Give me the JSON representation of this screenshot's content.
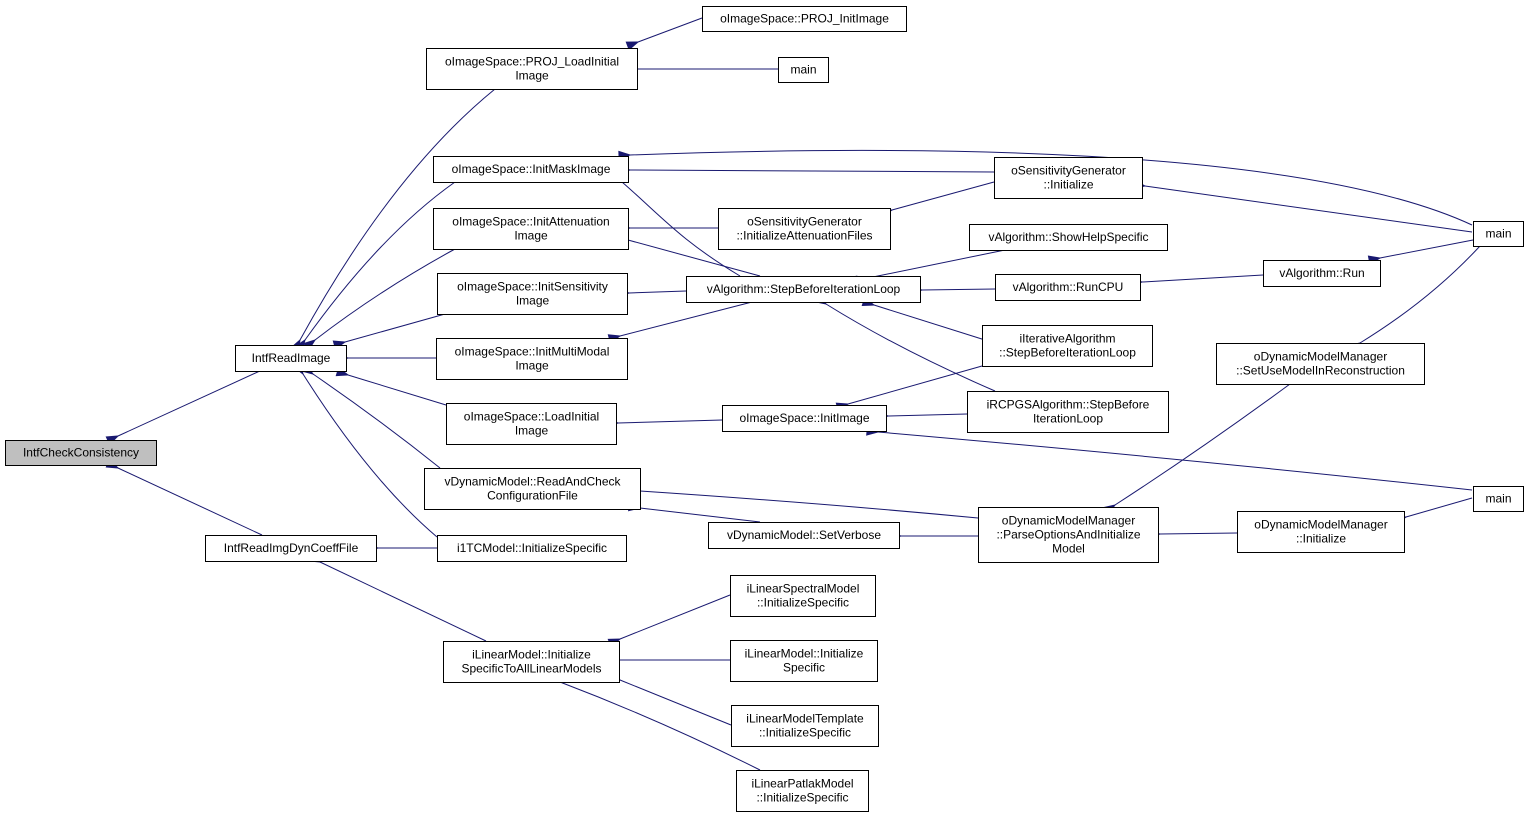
{
  "colors": {
    "edge": "#191970",
    "root_fill": "#bfbfbf",
    "node_fill": "#ffffff",
    "node_border": "#000000"
  },
  "nodes": [
    {
      "id": "n0",
      "name": "intfcheckconsistency",
      "lines": [
        "IntfCheckConsistency"
      ],
      "root": true
    },
    {
      "id": "n1",
      "name": "intfreadimage",
      "lines": [
        "IntfReadImage"
      ]
    },
    {
      "id": "n2",
      "name": "intfreadimgdyncoefffile",
      "lines": [
        "IntfReadImgDynCoeffFile"
      ]
    },
    {
      "id": "n3",
      "name": "proj-loadinitialimage",
      "lines": [
        "oImageSpace::PROJ_LoadInitial",
        "Image"
      ]
    },
    {
      "id": "n4",
      "name": "initmaskimage",
      "lines": [
        "oImageSpace::InitMaskImage"
      ]
    },
    {
      "id": "n5",
      "name": "initattenuationimage",
      "lines": [
        "oImageSpace::InitAttenuation",
        "Image"
      ]
    },
    {
      "id": "n6",
      "name": "initsensitivityimage",
      "lines": [
        "oImageSpace::InitSensitivity",
        "Image"
      ]
    },
    {
      "id": "n7",
      "name": "initmultimodalimage",
      "lines": [
        "oImageSpace::InitMultiModal",
        "Image"
      ]
    },
    {
      "id": "n8",
      "name": "loadinitialimage",
      "lines": [
        "oImageSpace::LoadInitial",
        "Image"
      ]
    },
    {
      "id": "n9",
      "name": "readandcheckconfigurationfile",
      "lines": [
        "vDynamicModel::ReadAndCheck",
        "ConfigurationFile"
      ]
    },
    {
      "id": "n10",
      "name": "i1tcmodel-initializespecific",
      "lines": [
        "i1TCModel::InitializeSpecific"
      ]
    },
    {
      "id": "n11",
      "name": "ilinearmodel-initializespecifictoall",
      "lines": [
        "iLinearModel::Initialize",
        "SpecificToAllLinearModels"
      ]
    },
    {
      "id": "n12",
      "name": "proj-initimage",
      "lines": [
        "oImageSpace::PROJ_InitImage"
      ]
    },
    {
      "id": "n13",
      "name": "main-1",
      "lines": [
        "main"
      ]
    },
    {
      "id": "n14",
      "name": "sensitivitygenerator-initializeattenuationfiles",
      "lines": [
        "oSensitivityGenerator",
        "::InitializeAttenuationFiles"
      ]
    },
    {
      "id": "n15",
      "name": "stepbeforeiterationloop",
      "lines": [
        "vAlgorithm::StepBeforeIterationLoop"
      ]
    },
    {
      "id": "n16",
      "name": "initimage",
      "lines": [
        "oImageSpace::InitImage"
      ]
    },
    {
      "id": "n17",
      "name": "setverbose",
      "lines": [
        "vDynamicModel::SetVerbose"
      ]
    },
    {
      "id": "n18",
      "name": "ilinearspectralmodel-initializespecific",
      "lines": [
        "iLinearSpectralModel",
        "::InitializeSpecific"
      ]
    },
    {
      "id": "n19",
      "name": "ilinearmodel-initializespecific",
      "lines": [
        "iLinearModel::Initialize",
        "Specific"
      ]
    },
    {
      "id": "n20",
      "name": "ilinearmodeltemplate-initializespecific",
      "lines": [
        "iLinearModelTemplate",
        "::InitializeSpecific"
      ]
    },
    {
      "id": "n21",
      "name": "ilinearpatlakmodel-initializespecific",
      "lines": [
        "iLinearPatlakModel",
        "::InitializeSpecific"
      ]
    },
    {
      "id": "n22",
      "name": "sensitivitygenerator-initialize",
      "lines": [
        "oSensitivityGenerator",
        "::Initialize"
      ]
    },
    {
      "id": "n23",
      "name": "showhelpspecific",
      "lines": [
        "vAlgorithm::ShowHelpSpecific"
      ]
    },
    {
      "id": "n24",
      "name": "runcpu",
      "lines": [
        "vAlgorithm::RunCPU"
      ]
    },
    {
      "id": "n25",
      "name": "iterativealgorithm-stepbeforeiterationloop",
      "lines": [
        "iIterativeAlgorithm",
        "::StepBeforeIterationLoop"
      ]
    },
    {
      "id": "n26",
      "name": "rcpgsalgorithm-stepbeforeiterationloop",
      "lines": [
        "iRCPGSAlgorithm::StepBefore",
        "IterationLoop"
      ]
    },
    {
      "id": "n27",
      "name": "parseoptionsandinitializemodel",
      "lines": [
        "oDynamicModelManager",
        "::ParseOptionsAndInitialize",
        "Model"
      ]
    },
    {
      "id": "n28",
      "name": "valgorithm-run",
      "lines": [
        "vAlgorithm::Run"
      ]
    },
    {
      "id": "n29",
      "name": "setusemodelinreconstruction",
      "lines": [
        "oDynamicModelManager",
        "::SetUseModelInReconstruction"
      ]
    },
    {
      "id": "n30",
      "name": "dynamicmodelmanager-initialize",
      "lines": [
        "oDynamicModelManager",
        "::Initialize"
      ]
    },
    {
      "id": "n31",
      "name": "main-2",
      "lines": [
        "main"
      ]
    },
    {
      "id": "n32",
      "name": "main-3",
      "lines": [
        "main"
      ]
    }
  ]
}
